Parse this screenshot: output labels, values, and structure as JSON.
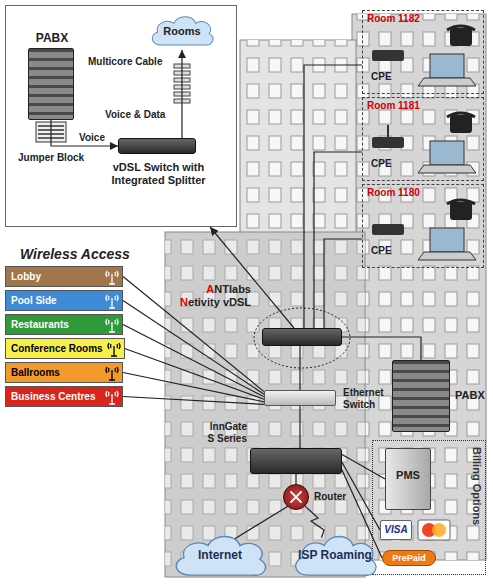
{
  "diagram": {
    "nodes": [
      {
        "text": []
      },
      {
        "text": [
          "PABX"
        ],
        "in": 0
      },
      {
        "text": [
          "Rooms"
        ],
        "in": 0
      },
      {
        "text": [
          "vDSL Switch with Integrated Splitter"
        ],
        "in": 0
      },
      {
        "text": [
          "Room 1182",
          "CPE"
        ]
      },
      {
        "text": [
          "Room 1181",
          "CPE"
        ]
      },
      {
        "text": [
          "Room 1180",
          "CPE"
        ]
      },
      {
        "text": [
          "Lobby"
        ]
      },
      {
        "text": [
          "Pool Side"
        ]
      },
      {
        "text": [
          "Restaurants"
        ]
      },
      {
        "text": [
          "Conference Rooms"
        ]
      },
      {
        "text": [
          "Ballrooms"
        ]
      },
      {
        "text": [
          "Business Centres"
        ]
      },
      {
        "text": [
          "ANTlabs",
          "Netivity vDSL"
        ]
      },
      {
        "text": [
          "PABX"
        ]
      },
      {
        "text": [
          "Ethernet Switch"
        ]
      },
      {
        "text": [
          "Billing Options"
        ]
      },
      {
        "text": [
          "PMS"
        ],
        "in": 16
      },
      {
        "text": [
          "VISA"
        ],
        "in": 16
      },
      {
        "text": [
          "PrePaid"
        ],
        "in": 16
      },
      {
        "text": [
          "InnGate S Series"
        ]
      },
      {
        "text": [
          "Router"
        ]
      },
      {
        "text": [
          "Internet"
        ]
      },
      {
        "text": [
          "ISP Roaming"
        ]
      }
    ],
    "edges": [
      {
        "from": 1,
        "to": 3,
        "arrow": "to",
        "label": "Voice"
      },
      {
        "from": 3,
        "to": 2,
        "arrow": "to",
        "label": "Voice & Data"
      },
      {
        "from": 13,
        "to": 0,
        "arrow": "to"
      },
      {
        "from": 7,
        "to": 15,
        "arrow": "none"
      },
      {
        "from": 8,
        "to": 15,
        "arrow": "none"
      },
      {
        "from": 9,
        "to": 15,
        "arrow": "none"
      },
      {
        "from": 10,
        "to": 15,
        "arrow": "none"
      },
      {
        "from": 11,
        "to": 15,
        "arrow": "none"
      },
      {
        "from": 12,
        "to": 15,
        "arrow": "none"
      },
      {
        "from": 13,
        "to": 4,
        "arrow": "none"
      },
      {
        "from": 13,
        "to": 5,
        "arrow": "none"
      },
      {
        "from": 13,
        "to": 6,
        "arrow": "none"
      },
      {
        "from": 13,
        "to": 14,
        "arrow": "none"
      },
      {
        "from": 13,
        "to": 15,
        "arrow": "none"
      },
      {
        "from": 15,
        "to": 20,
        "arrow": "none"
      },
      {
        "from": 20,
        "to": 17,
        "arrow": "none"
      },
      {
        "from": 20,
        "to": 18,
        "arrow": "none"
      },
      {
        "from": 20,
        "to": 19,
        "arrow": "none"
      },
      {
        "from": 20,
        "to": 21,
        "arrow": "none"
      },
      {
        "from": 21,
        "to": 22,
        "arrow": "none"
      },
      {
        "from": 21,
        "to": 23,
        "arrow": "none"
      }
    ],
    "labels": [
      "Wireless Access",
      "Jumper Block",
      "Multicore Cable"
    ]
  }
}
